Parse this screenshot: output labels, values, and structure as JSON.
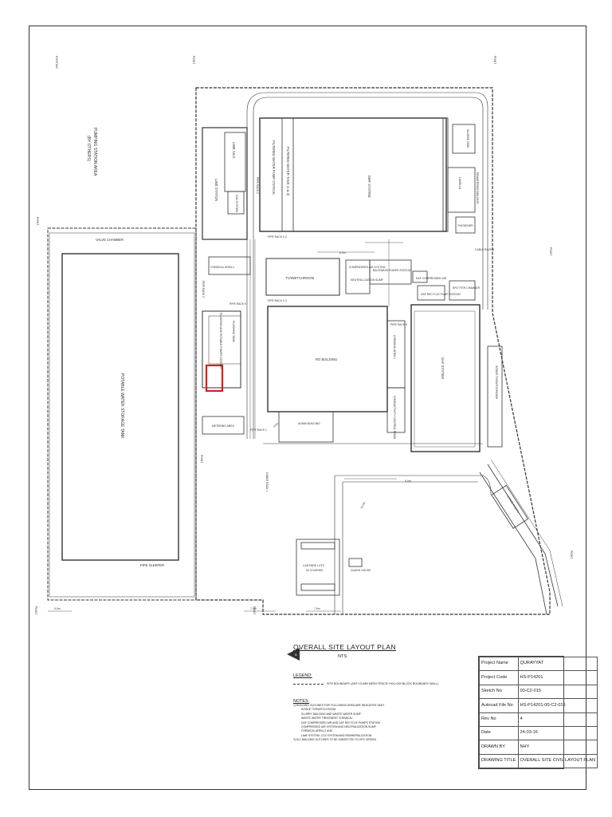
{
  "drawing": {
    "labels": {
      "pumping_station": [
        "PUMPING STATION AREA",
        "(BY OTHERS)"
      ],
      "valve_chamber": "VALVE CHAMBER",
      "potable_tank": "POTABLE WATER STORAGE TANK",
      "pipe sleeper": "PIPE SLEEPER",
      "lime_silo": "LIME SILO",
      "lime_station": "LIME STATION",
      "co2": "CO2 SYSTEM",
      "filtered_tank": "FILTERED WATER TANK (1 & 2)",
      "filtered_pump": "FILTERED WATER PUMP STATION",
      "dmf_system": "DMF SYSTEM",
      "sludge": "SLUDGE TANK",
      "lamella": "LAMELLA",
      "dewatering": "DEWATERING BUILDING",
      "thickener": "THICKENER",
      "pipe_rack_2": "PIPE RACK 2",
      "pipe_rack_22": "PIPE RACK 2-2",
      "pipe_rack_23": "PIPE RACK 2-3",
      "pipe_rack_3": "PIPE RACK 3",
      "pipe_rack_5": "PIPE RACK 5",
      "pipe_rack_6": "PIPE RACK 6",
      "pipe_rack_1": "PIPE RACK 1",
      "cable_rack": "CABLE RACK 1",
      "cable_rack_2": "CABLE RACK 2",
      "chemical_area_2": "CHEMICAL AREA 2",
      "chemical_area_1": "CHEMICAL AREA 1",
      "tv_switchroom": "TV/SWITCHROOM",
      "compressed_air": "COMPRESSED AIR SYSTEM",
      "neutralization": "NEUTRALI-ZATION SUMP",
      "backwash": "BACKWASH PUMPS STATION",
      "daf_compressed": "DAF COMPRESSED AIR",
      "daf_recycle": "DAF RECYCLE PUMP STATION",
      "splitter": "SPLITTER CHAMBER",
      "flushing": "FLUSHING TANK",
      "flushing_pump": "FLUSHING AND POTABLE PUMPS STATION",
      "ro_building": "RO BUILDING",
      "daf_system": "DAF SYSTEM",
      "intake": "INTAKE TV/SWITCHROOM",
      "admin": "ADMIN BUILDING",
      "metering": "METERING AREA",
      "control_room": "CONDUCTIVITY CONTROL ROOM",
      "car_park": [
        "CAR PARK LOTS",
        "30 COVERED"
      ],
      "guard_house": "GUARD HOUSE",
      "intake_pumps": "INTAKE PUMPS",
      "dim_6": "6.0m",
      "dim_75": "7.5m",
      "dim_5": "5.0m",
      "dim_4": "4.0m",
      "dim_12": "12.0m"
    },
    "north": "N"
  },
  "plan": {
    "title": "OVERALL SITE LAYOUT PLAN",
    "scale": "NTS"
  },
  "legend": {
    "heading": "LEGEND:",
    "items": [
      "SITE BOUNDARY (ANTI CLIMB MESH FENCE/ HOLLOW BLOCK BOUNDARY WALL)"
    ]
  },
  "notes": {
    "heading": "NOTES:",
    "lines": [
      "1)   BUILDING OUTLINES FOR FOLLOWING AREA ARE INDICATIVE ONLY",
      "INTAKE TV/SWITCH ROOM",
      "SLURRY BUILDING AND WASTE WATER SUMP",
      "WASTE WATER TREATMENT CHEMICAL",
      "DAF COMPRESSED AIR AND DAF RECYCLE PUMPS STATION",
      "COMPRESSED AIR SYSTEM AND NEUTRALIZATION SUMP",
      "CHEMICAL AREA (1 AND",
      "LIME SYSTEM, CO2 SYSTEM AND REMINERALIZATION",
      "2)   ALL BUILDING OUTLINES TO BE SUBJECTED TO EPC DESIGN"
    ]
  },
  "title_block": {
    "rows": [
      {
        "key": "Project Name",
        "value": "QURAYYAT"
      },
      {
        "key": "Project Code",
        "value": "HS-P14201"
      },
      {
        "key": "Sketch No",
        "value": "00-C2-015"
      },
      {
        "key": "Autocad File No",
        "value": "HS-P14201-00-C2-015"
      },
      {
        "key": "Rev No",
        "value": "4"
      },
      {
        "key": "Date",
        "value": "24-03-16"
      },
      {
        "key": "DRAWN BY",
        "value": "NHY"
      },
      {
        "key": "DRAWING TITLE",
        "value": "OVERALL SITE CIVIL LAYOUT PLAN"
      }
    ]
  },
  "colors": {
    "line": "#333333",
    "highlight": "#d81e1e",
    "paper": "#ffffff"
  }
}
